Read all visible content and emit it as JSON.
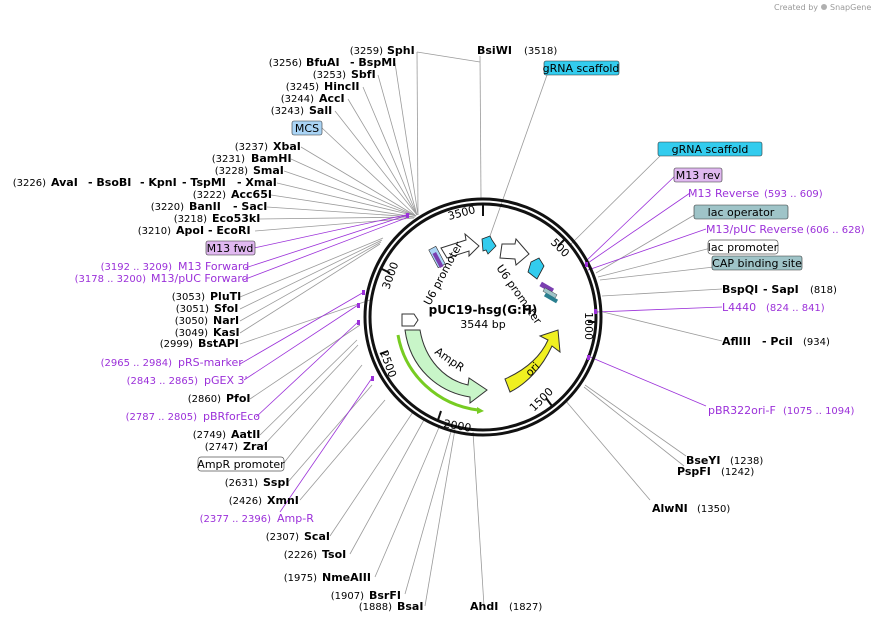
{
  "watermark": {
    "prefix": "Created by",
    "brand": "SnapGene"
  },
  "plasmid": {
    "name": "pUC19-hsg(G:H)",
    "size": "3544 bp"
  },
  "ticks": [
    "500",
    "1000",
    "1500",
    "2000",
    "2500",
    "3000",
    "3500"
  ],
  "features": {
    "u6_promoter_1": "U6 promoter",
    "u6_promoter_2": "U6 promoter",
    "ampr": "AmpR",
    "ori": "ori"
  },
  "top_sites": {
    "bsiwi": {
      "name": "BsiWI",
      "pos": "(3518)"
    },
    "grna_scaffold_top": "gRNA scaffold"
  },
  "left_labels": {
    "sphi": {
      "pos": "(3259)",
      "name": "SphI"
    },
    "bfuai": {
      "pos": "(3256)",
      "name": "BfuAI",
      "name2": "- BspMI"
    },
    "sbfi": {
      "pos": "(3253)",
      "name": "SbfI"
    },
    "hincii": {
      "pos": "(3245)",
      "name": "HincII"
    },
    "acci": {
      "pos": "(3244)",
      "name": "AccI"
    },
    "sali": {
      "pos": "(3243)",
      "name": "SalI"
    },
    "mcs": "MCS",
    "xbai": {
      "pos": "(3237)",
      "name": "XbaI"
    },
    "bamhi": {
      "pos": "(3231)",
      "name": "BamHI"
    },
    "smai": {
      "pos": "(3228)",
      "name": "SmaI"
    },
    "avai": {
      "pos": "(3226)",
      "name": "AvaI",
      "n2": "- BsoBI",
      "n3": "- KpnI",
      "n4": "- TspMI",
      "n5": "- XmaI"
    },
    "acc65i": {
      "pos": "(3222)",
      "name": "Acc65I"
    },
    "banii": {
      "pos": "(3220)",
      "name": "BanII",
      "name2": "- SacI"
    },
    "eco53ki": {
      "pos": "(3218)",
      "name": "Eco53kI"
    },
    "apoi": {
      "pos": "(3210)",
      "name": "ApoI",
      "name2": "- EcoRI"
    },
    "m13_fwd": "M13 fwd",
    "m13_forward": {
      "range": "(3192 .. 3209)",
      "name": "M13 Forward"
    },
    "m13_puc_forward": {
      "range": "(3178 .. 3200)",
      "name": "M13/pUC Forward"
    },
    "plutI": {
      "pos": "(3053)",
      "name": "PluTI"
    },
    "sfoi": {
      "pos": "(3051)",
      "name": "SfoI"
    },
    "nari": {
      "pos": "(3050)",
      "name": "NarI"
    },
    "kasi": {
      "pos": "(3049)",
      "name": "KasI"
    },
    "bstapi": {
      "pos": "(2999)",
      "name": "BstAPI"
    },
    "prs_marker": {
      "range": "(2965 .. 2984)",
      "name": "pRS-marker"
    },
    "pgex3": {
      "range": "(2843 .. 2865)",
      "name": "pGEX 3'"
    },
    "pfoi": {
      "pos": "(2860)",
      "name": "PfoI"
    },
    "pbrforeco": {
      "range": "(2787 .. 2805)",
      "name": "pBRforEco"
    },
    "aatii": {
      "pos": "(2749)",
      "name": "AatII"
    },
    "zrai": {
      "pos": "(2747)",
      "name": "ZraI"
    },
    "ampr_promoter": "AmpR promoter",
    "sspi": {
      "pos": "(2631)",
      "name": "SspI"
    },
    "xmni": {
      "pos": "(2426)",
      "name": "XmnI"
    },
    "amp_r": {
      "range": "(2377 .. 2396)",
      "name": "Amp-R"
    },
    "scai": {
      "pos": "(2307)",
      "name": "ScaI"
    },
    "tsoi": {
      "pos": "(2226)",
      "name": "TsoI"
    },
    "nmeaiii": {
      "pos": "(1975)",
      "name": "NmeAIII"
    },
    "bsrfi": {
      "pos": "(1907)",
      "name": "BsrFI"
    },
    "bsai": {
      "pos": "(1888)",
      "name": "BsaI"
    }
  },
  "right_labels": {
    "grna_scaffold_right": "gRNA scaffold",
    "m13_rev": "M13 rev",
    "m13_reverse": {
      "name": "M13 Reverse",
      "range": "(593 .. 609)"
    },
    "lac_operator": "lac operator",
    "m13_puc_reverse": {
      "name": "M13/pUC Reverse",
      "range": "(606 .. 628)"
    },
    "lac_promoter": "lac promoter",
    "cap_site": "CAP binding site",
    "bspqi": {
      "name": "BspQI",
      "name2": "- SapI",
      "pos": "(818)"
    },
    "l4440": {
      "name": "L4440",
      "range": "(824 .. 841)"
    },
    "afliii": {
      "name": "AflIII",
      "name2": "- PciI",
      "pos": "(934)"
    },
    "pbr322ori": {
      "name": "pBR322ori-F",
      "range": "(1075 .. 1094)"
    },
    "bseyi": {
      "name": "BseYI",
      "pos": "(1238)"
    },
    "pspfi": {
      "name": "PspFI",
      "pos": "(1242)"
    },
    "alwni": {
      "name": "AlwNI",
      "pos": "(1350)"
    },
    "ahdi": {
      "name": "AhdI",
      "pos": "(1827)"
    }
  },
  "colors": {
    "backbone": "#111111",
    "purple": "#9b30d9",
    "gray_line": "#9a9a9a",
    "grna": "#33ccee",
    "mcs": "#aad4f5",
    "m13": "#e0b8f0",
    "lac_operator": "#9fc4c8",
    "cap": "#9fc4c8",
    "ori": "#f0f020",
    "ampr": "#c8f5c8",
    "ampr_underline": "#77cc22"
  }
}
